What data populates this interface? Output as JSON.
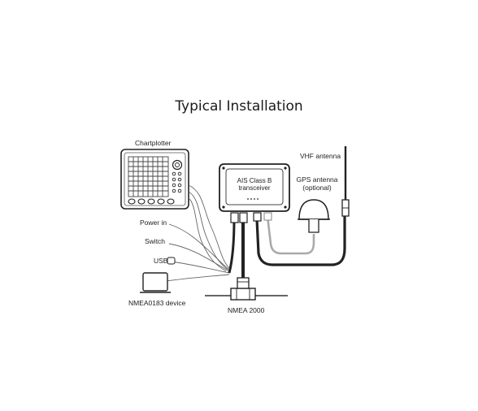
{
  "title": "Typical Installation",
  "labels": {
    "chartplotter": "Chartplotter",
    "vhf_antenna": "VHF antenna",
    "gps_antenna_line1": "GPS antenna",
    "gps_antenna_line2": "(optional)",
    "transceiver_line1": "AIS Class B",
    "transceiver_line2": "transceiver",
    "power_in": "Power in",
    "switch": "Switch",
    "usb": "USB",
    "nmea0183_device": "NMEA0183 device",
    "nmea2000": "NMEA 2000"
  }
}
